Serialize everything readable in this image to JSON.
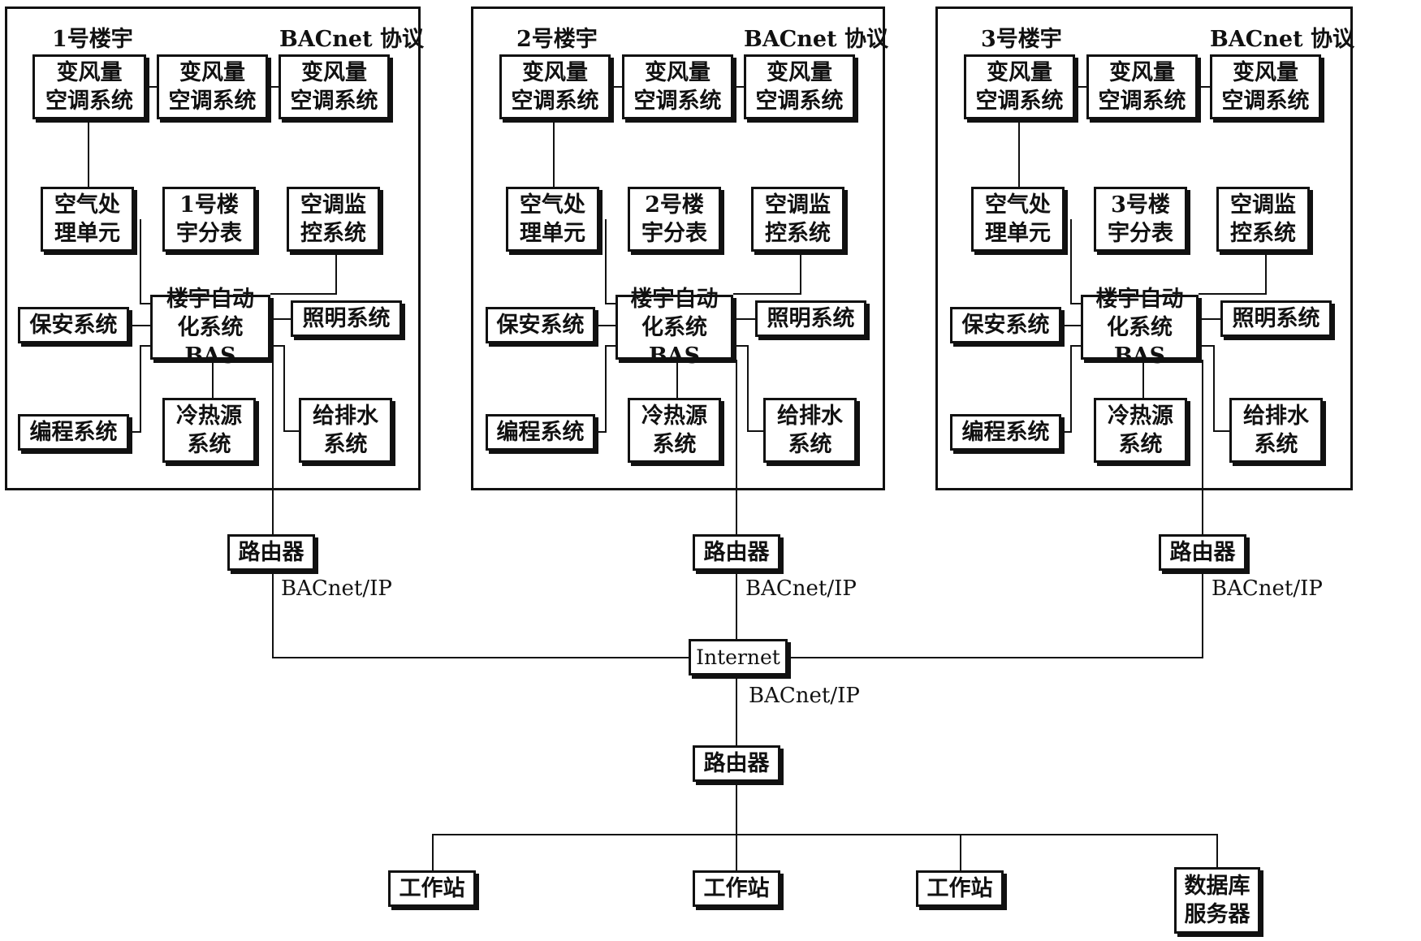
{
  "buildings": [
    {
      "name": "1号楼宇",
      "protocol": "BACnet 协议",
      "vav": [
        "变风量\n空调系统",
        "变风量\n空调系统",
        "变风量\n空调系统"
      ],
      "ahu": "空气处\n理单元",
      "meter": "1号楼\n宇分表",
      "hvac_monitor": "空调监\n控系统",
      "security": "保安系统",
      "bas": "楼宇自动\n化系统BAS",
      "lighting": "照明系统",
      "programming": "编程系统",
      "chiller": "冷热源\n系统",
      "water": "给排水\n系统"
    },
    {
      "name": "2号楼宇",
      "protocol": "BACnet 协议",
      "vav": [
        "变风量\n空调系统",
        "变风量\n空调系统",
        "变风量\n空调系统"
      ],
      "ahu": "空气处\n理单元",
      "meter": "2号楼\n宇分表",
      "hvac_monitor": "空调监\n控系统",
      "security": "保安系统",
      "bas": "楼宇自动\n化系统BAS",
      "lighting": "照明系统",
      "programming": "编程系统",
      "chiller": "冷热源\n系统",
      "water": "给排水\n系统"
    },
    {
      "name": "3号楼宇",
      "protocol": "BACnet 协议",
      "vav": [
        "变风量\n空调系统",
        "变风量\n空调系统",
        "变风量\n空调系统"
      ],
      "ahu": "空气处\n理单元",
      "meter": "3号楼\n宇分表",
      "hvac_monitor": "空调监\n控系统",
      "security": "保安系统",
      "bas": "楼宇自动\n化系统BAS",
      "lighting": "照明系统",
      "programming": "编程系统",
      "chiller": "冷热源\n系统",
      "water": "给排水\n系统"
    }
  ],
  "routers": [
    "路由器",
    "路由器",
    "路由器"
  ],
  "router_protocol": [
    "BACnet/IP",
    "BACnet/IP",
    "BACnet/IP"
  ],
  "internet": "Internet",
  "internet_protocol": "BACnet/IP",
  "central_router": "路由器",
  "workstations": [
    "工作站",
    "工作站",
    "工作站"
  ],
  "db_server": "数据库\n服务器"
}
